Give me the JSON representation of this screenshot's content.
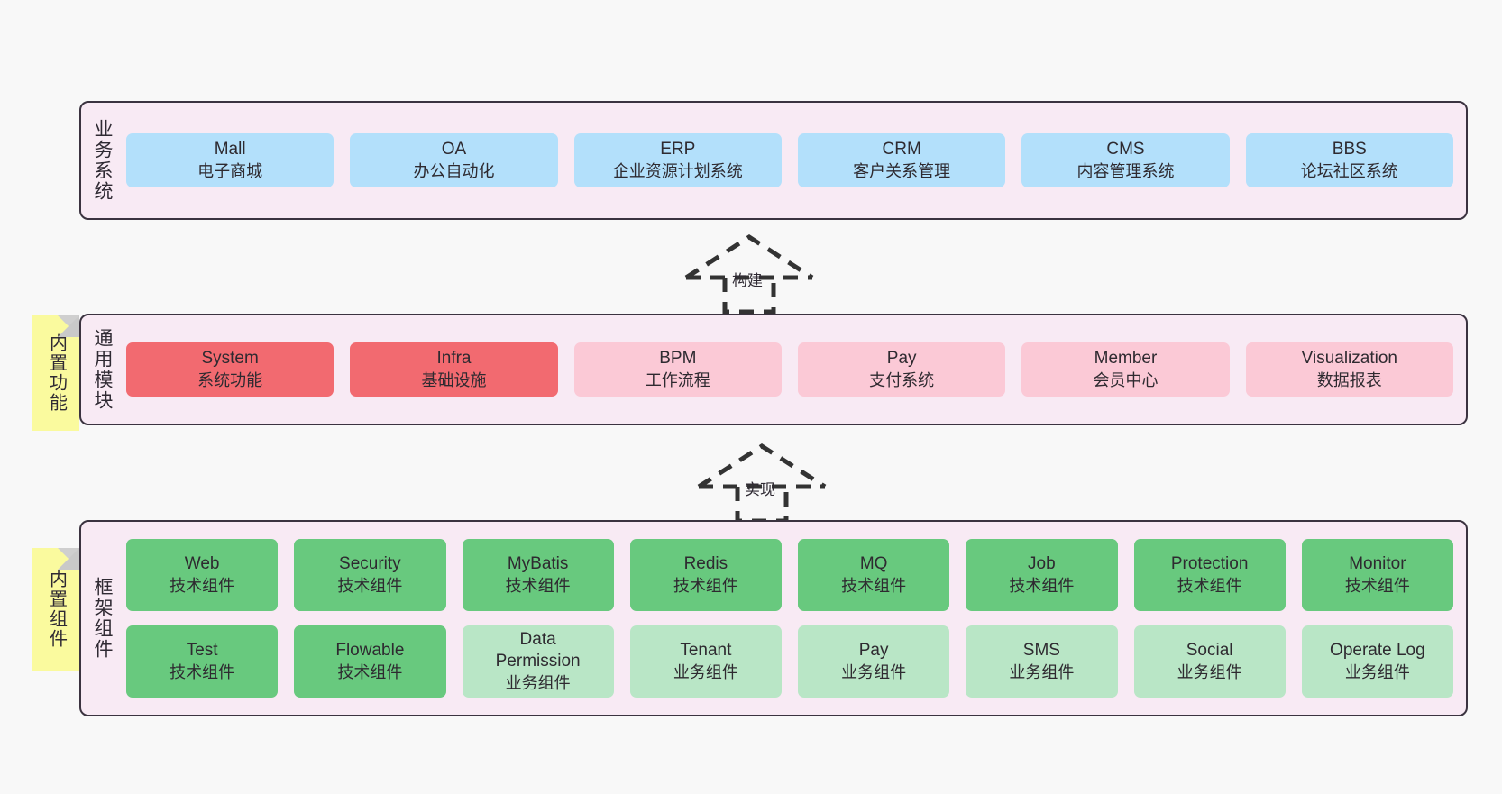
{
  "diagram": {
    "background_color": "#f8f8f8",
    "layer_bg_color": "#f8eaf4",
    "layer_border_color": "#3b3340",
    "sticky_color": "#fafa9e"
  },
  "layers": [
    {
      "id": "business-systems",
      "label": "业务系统",
      "sticky": null,
      "rows": [
        {
          "cards": [
            {
              "name": "mall",
              "title": "Mall",
              "subtitle": "电子商城",
              "color": "#b3e0fb",
              "style": "c-blue"
            },
            {
              "name": "oa",
              "title": "OA",
              "subtitle": "办公自动化",
              "color": "#b3e0fb",
              "style": "c-blue"
            },
            {
              "name": "erp",
              "title": "ERP",
              "subtitle": "企业资源计划系统",
              "color": "#b3e0fb",
              "style": "c-blue"
            },
            {
              "name": "crm",
              "title": "CRM",
              "subtitle": "客户关系管理",
              "color": "#b3e0fb",
              "style": "c-blue"
            },
            {
              "name": "cms",
              "title": "CMS",
              "subtitle": "内容管理系统",
              "color": "#b3e0fb",
              "style": "c-blue"
            },
            {
              "name": "bbs",
              "title": "BBS",
              "subtitle": "论坛社区系统",
              "color": "#b3e0fb",
              "style": "c-blue"
            }
          ]
        }
      ]
    },
    {
      "id": "common-modules",
      "label": "通用模块",
      "sticky": "内置功能",
      "rows": [
        {
          "cards": [
            {
              "name": "system",
              "title": "System",
              "subtitle": "系统功能",
              "color": "#f26a70",
              "style": "c-red"
            },
            {
              "name": "infra",
              "title": "Infra",
              "subtitle": "基础设施",
              "color": "#f26a70",
              "style": "c-red"
            },
            {
              "name": "bpm",
              "title": "BPM",
              "subtitle": "工作流程",
              "color": "#fbc9d6",
              "style": "c-pink"
            },
            {
              "name": "pay",
              "title": "Pay",
              "subtitle": "支付系统",
              "color": "#fbc9d6",
              "style": "c-pink"
            },
            {
              "name": "member",
              "title": "Member",
              "subtitle": "会员中心",
              "color": "#fbc9d6",
              "style": "c-pink"
            },
            {
              "name": "visualization",
              "title": "Visualization",
              "subtitle": "数据报表",
              "color": "#fbc9d6",
              "style": "c-pink"
            }
          ]
        }
      ]
    },
    {
      "id": "framework-components",
      "label": "框架组件",
      "sticky": "内置组件",
      "rows": [
        {
          "cards": [
            {
              "name": "web",
              "title": "Web",
              "subtitle": "技术组件",
              "color": "#68c97e",
              "style": "c-green"
            },
            {
              "name": "security",
              "title": "Security",
              "subtitle": "技术组件",
              "color": "#68c97e",
              "style": "c-green"
            },
            {
              "name": "mybatis",
              "title": "MyBatis",
              "subtitle": "技术组件",
              "color": "#68c97e",
              "style": "c-green"
            },
            {
              "name": "redis",
              "title": "Redis",
              "subtitle": "技术组件",
              "color": "#68c97e",
              "style": "c-green"
            },
            {
              "name": "mq",
              "title": "MQ",
              "subtitle": "技术组件",
              "color": "#68c97e",
              "style": "c-green"
            },
            {
              "name": "job",
              "title": "Job",
              "subtitle": "技术组件",
              "color": "#68c97e",
              "style": "c-green"
            },
            {
              "name": "protection",
              "title": "Protection",
              "subtitle": "技术组件",
              "color": "#68c97e",
              "style": "c-green"
            },
            {
              "name": "monitor",
              "title": "Monitor",
              "subtitle": "技术组件",
              "color": "#68c97e",
              "style": "c-green"
            }
          ]
        },
        {
          "cards": [
            {
              "name": "test",
              "title": "Test",
              "subtitle": "技术组件",
              "color": "#68c97e",
              "style": "c-green"
            },
            {
              "name": "flowable",
              "title": "Flowable",
              "subtitle": "技术组件",
              "color": "#68c97e",
              "style": "c-green"
            },
            {
              "name": "data-permission",
              "title": "Data",
              "title2": "Permission",
              "subtitle": "业务组件",
              "color": "#b9e6c6",
              "style": "c-lightgreen"
            },
            {
              "name": "tenant",
              "title": "Tenant",
              "subtitle": "业务组件",
              "color": "#b9e6c6",
              "style": "c-lightgreen"
            },
            {
              "name": "pay-component",
              "title": "Pay",
              "subtitle": "业务组件",
              "color": "#b9e6c6",
              "style": "c-lightgreen"
            },
            {
              "name": "sms",
              "title": "SMS",
              "subtitle": "业务组件",
              "color": "#b9e6c6",
              "style": "c-lightgreen"
            },
            {
              "name": "social",
              "title": "Social",
              "subtitle": "业务组件",
              "color": "#b9e6c6",
              "style": "c-lightgreen"
            },
            {
              "name": "operate-log",
              "title": "Operate Log",
              "subtitle": "业务组件",
              "color": "#b9e6c6",
              "style": "c-lightgreen"
            }
          ]
        }
      ]
    }
  ],
  "connectors": [
    {
      "name": "build-connector",
      "label": "构建"
    },
    {
      "name": "implement-connector",
      "label": "实现"
    }
  ]
}
